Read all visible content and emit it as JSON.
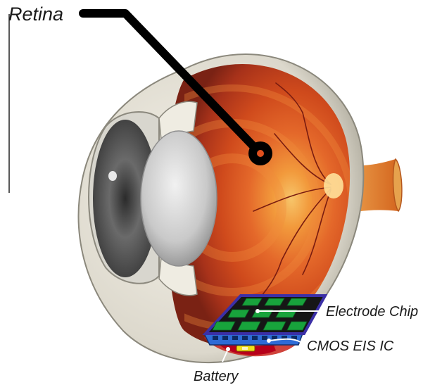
{
  "labels": {
    "retina": "Retina",
    "electrode_chip": "Electrode Chip",
    "cmos_eis_ic": "CMOS EIS IC",
    "battery": "Battery"
  },
  "colors": {
    "retina_orange": "#d2531a",
    "retina_deep": "#8e2410",
    "sclera": "#e9e6dc",
    "lens": "#cfcfcf",
    "iris": "#5a5a5a",
    "optic_nerve": "#d97a2a",
    "chip_board": "#161616",
    "chip_border": "#3b2fa6",
    "electrode_pad": "#18a33c",
    "cmos_strip": "#2e6bd6",
    "battery_fill": "#f2e01a",
    "pointer_line": "#000000"
  }
}
